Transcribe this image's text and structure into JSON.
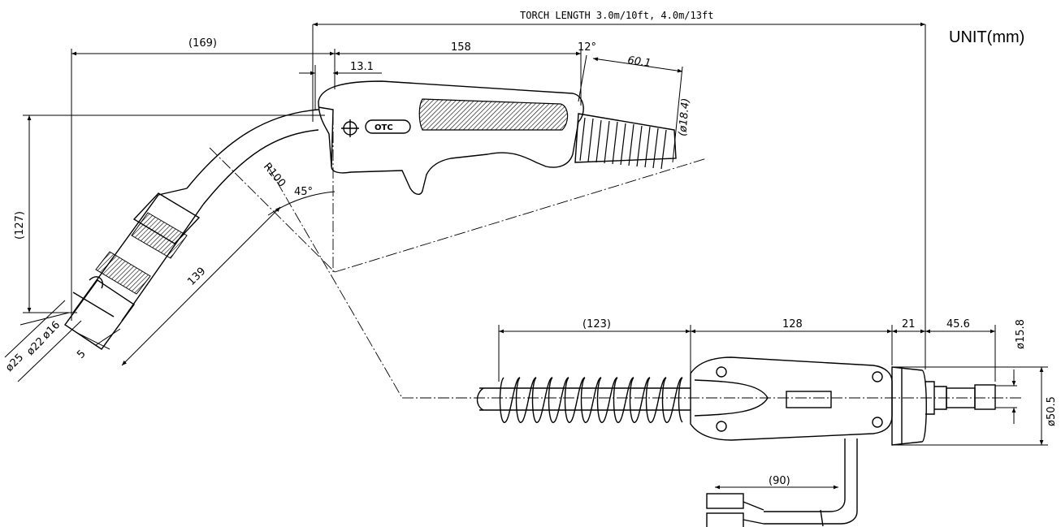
{
  "header": {
    "unit": "UNIT(mm)",
    "torch_length": "TORCH LENGTH 3.0m/10ft, 4.0m/13ft"
  },
  "side_view": {
    "brand": "OTC",
    "dims": {
      "d169": "(169)",
      "d158": "158",
      "d12deg": "12°",
      "d601": "60.1",
      "d131": "13.1",
      "d184": "(ø18.4)",
      "d127": "(127)",
      "r100": "R100",
      "d45deg": "45°",
      "d139": "139",
      "d16": "ø16",
      "d22": "ø22",
      "d25": "ø25",
      "d5": "5"
    }
  },
  "top_view": {
    "dims": {
      "d123": "(123)",
      "d128": "128",
      "d21": "21",
      "d456": "45.6",
      "d158": "ø15.8",
      "d505": "ø50.5",
      "d90": "(90)"
    }
  },
  "colors": {
    "line": "#000000",
    "grip_fill": "#555555",
    "background": "#ffffff"
  }
}
